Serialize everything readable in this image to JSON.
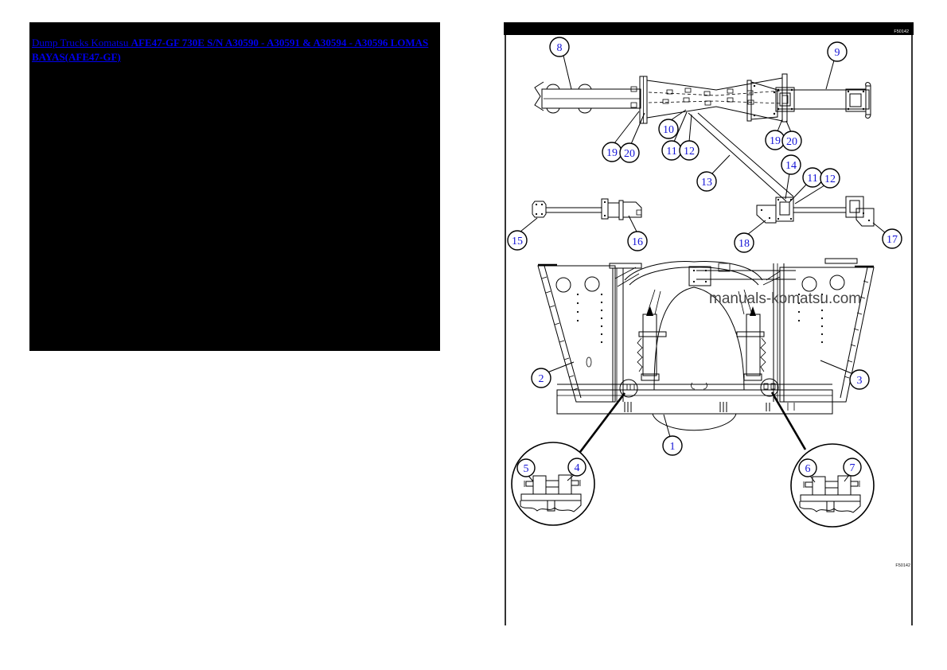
{
  "breadcrumb": {
    "prefix": "Dump Trucks Komatsu ",
    "model_link": "AFE47-GF 730E S/N A30590 - A30591 & A30594 - A30596 LOMAS BAYAS(AFE47-GF)"
  },
  "diagram": {
    "header_code": "F50142",
    "footer_code": "F50142",
    "watermark": "manuals-komatsu.com",
    "callouts": [
      {
        "label": "8"
      },
      {
        "label": "9"
      },
      {
        "label": "19"
      },
      {
        "label": "20"
      },
      {
        "label": "10"
      },
      {
        "label": "11"
      },
      {
        "label": "12"
      },
      {
        "label": "19"
      },
      {
        "label": "20"
      },
      {
        "label": "13"
      },
      {
        "label": "14"
      },
      {
        "label": "11"
      },
      {
        "label": "12"
      },
      {
        "label": "15"
      },
      {
        "label": "16"
      },
      {
        "label": "18"
      },
      {
        "label": "17"
      },
      {
        "label": "2"
      },
      {
        "label": "3"
      },
      {
        "label": "1"
      },
      {
        "label": "5"
      },
      {
        "label": "4"
      },
      {
        "label": "6"
      },
      {
        "label": "7"
      }
    ]
  },
  "colors": {
    "link": "#0000EE",
    "callout_number": "#1414d6",
    "watermark": "#474747",
    "placeholder_background": "#000000"
  }
}
